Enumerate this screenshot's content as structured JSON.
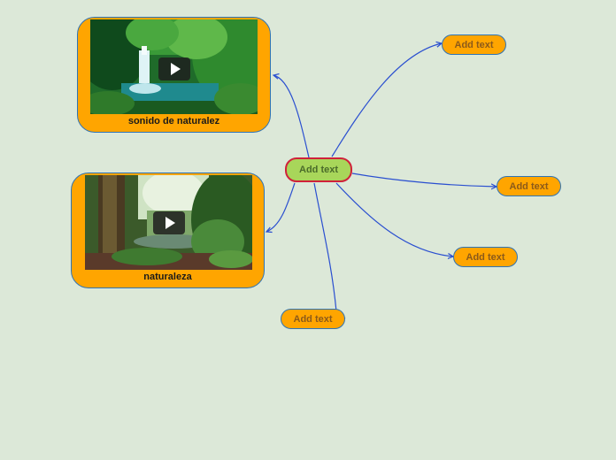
{
  "mindmap": {
    "central": {
      "label": "Add text"
    },
    "topics": [
      {
        "label": "Add text"
      },
      {
        "label": "Add text"
      },
      {
        "label": "Add text"
      },
      {
        "label": "Add text"
      }
    ],
    "media": [
      {
        "caption": "sonido de naturalez",
        "thumbnail": "waterfall-video",
        "play_icon": "play-icon"
      },
      {
        "caption": "naturaleza",
        "thumbnail": "jungle-video",
        "play_icon": "play-icon"
      }
    ],
    "colors": {
      "background": "#dce8d8",
      "topic_fill": "#ffa500",
      "topic_border": "#2f74b5",
      "central_fill": "#a8d65a",
      "central_border": "#d0213a",
      "connector": "#2a4fd0"
    }
  }
}
